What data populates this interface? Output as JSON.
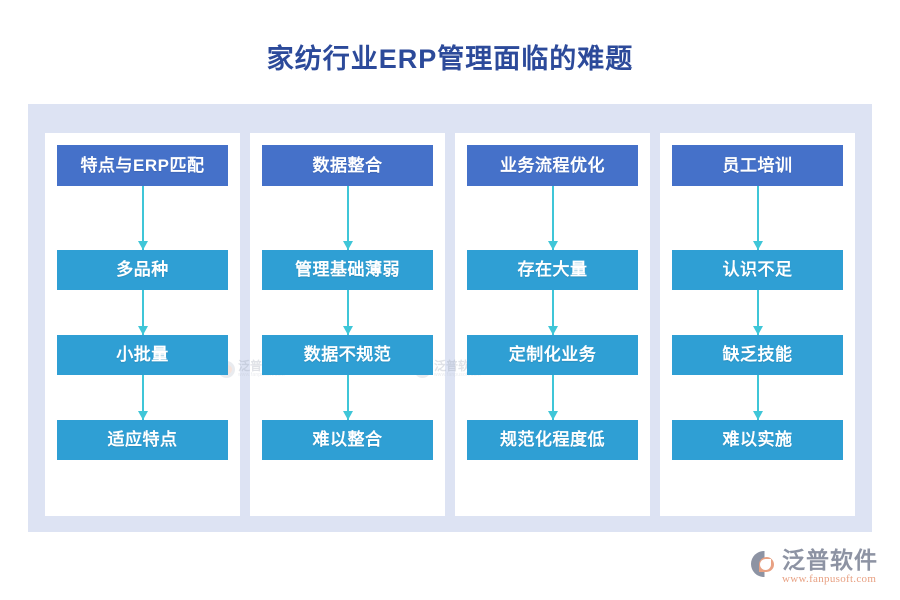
{
  "page": {
    "title": "家纺行业ERP管理面临的难题",
    "background_color": "#ffffff",
    "title_color": "#2c4a9a",
    "board_background": "#dde3f3",
    "panel_background": "#ffffff",
    "header_box_color": "#4571c9",
    "step_box_color": "#2f9fd4",
    "connector_color": "#3fc6d8"
  },
  "columns": [
    {
      "header": "特点与ERP匹配",
      "steps": [
        "多品种",
        "小批量",
        "适应特点"
      ]
    },
    {
      "header": "数据整合",
      "steps": [
        "管理基础薄弱",
        "数据不规范",
        "难以整合"
      ]
    },
    {
      "header": "业务流程优化",
      "steps": [
        "存在大量",
        "定制化业务",
        "规范化程度低"
      ]
    },
    {
      "header": "员工培训",
      "steps": [
        "认识不足",
        "缺乏技能",
        "难以实施"
      ]
    }
  ],
  "watermarks": [
    {
      "text": "泛普软件",
      "url": "www.fanpusoft.com"
    },
    {
      "text": "泛普软件",
      "url": "www.fanpusoft.com"
    }
  ],
  "brand": {
    "name": "泛普软件",
    "url": "www.fanpusoft.com",
    "name_color": "#8d93a3",
    "url_color": "#e8a183"
  }
}
